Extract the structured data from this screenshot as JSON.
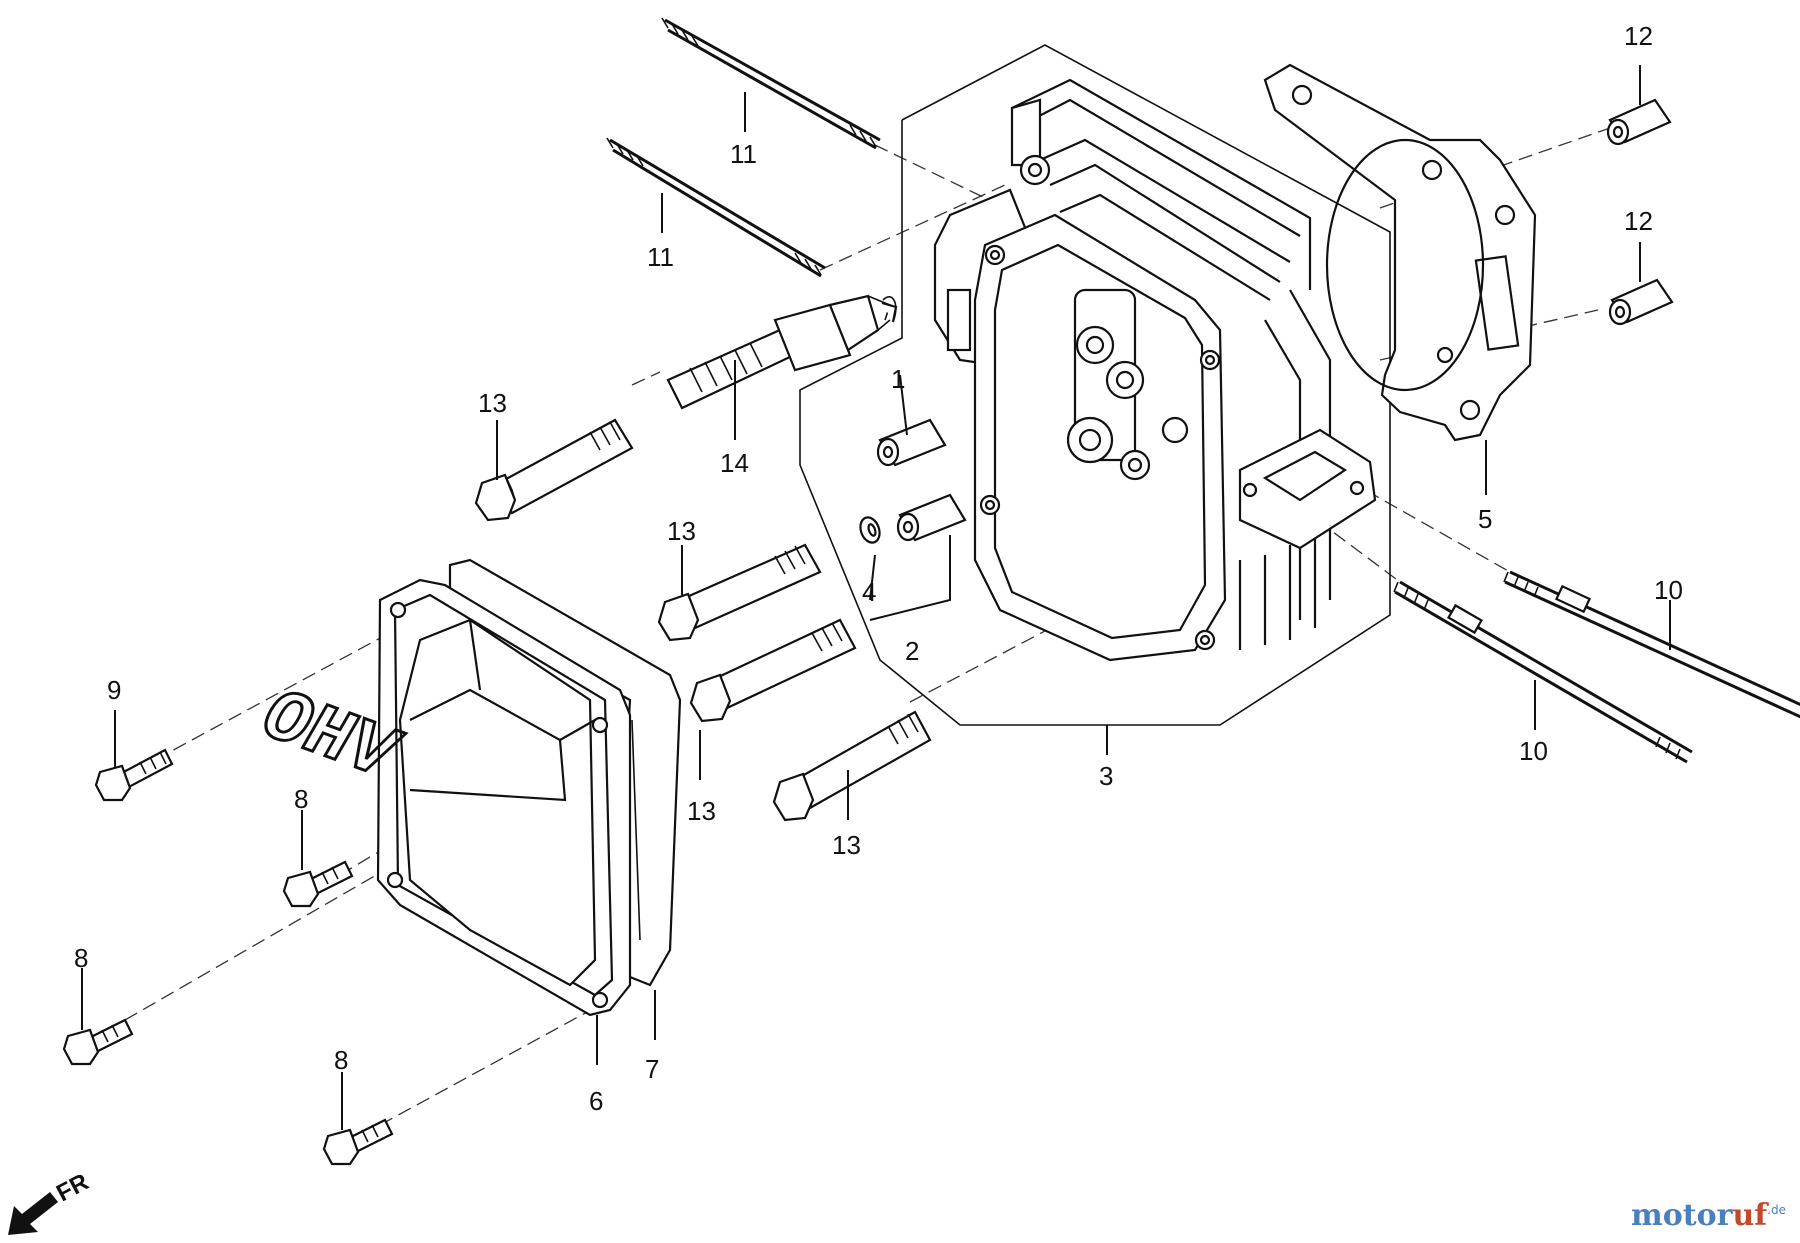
{
  "diagram": {
    "callouts": {
      "c1": "1",
      "c2": "2",
      "c3": "3",
      "c4": "4",
      "c5": "5",
      "c6": "6",
      "c7": "7",
      "c8a": "8",
      "c8b": "8",
      "c8c": "8",
      "c9": "9",
      "c10a": "10",
      "c10b": "10",
      "c11a": "11",
      "c11b": "11",
      "c12a": "12",
      "c12b": "12",
      "c13a": "13",
      "c13b": "13",
      "c13c": "13",
      "c13d": "13",
      "c14": "14"
    },
    "cover_lettering": "OHV",
    "front_marker": "FR",
    "watermark": {
      "part_a": "motor",
      "part_b": "uf",
      "suffix": ".de"
    }
  },
  "colors": {
    "line": "#111111",
    "watermark_blue": "#4a7fbf",
    "watermark_red": "#c24a2a"
  }
}
